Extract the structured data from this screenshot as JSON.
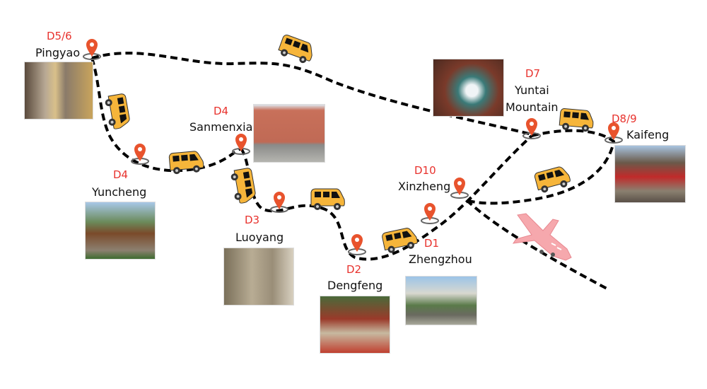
{
  "title": "Route map",
  "colors": {
    "day_label": "#e8322d",
    "pin": "#e8532d",
    "van": "#f6b53a",
    "route": "#000000",
    "plane": "#f6a8ad"
  },
  "stops": [
    {
      "day": "D5/6",
      "name": "Pingyao"
    },
    {
      "day": "D4",
      "name": "Yuncheng"
    },
    {
      "day": "D4",
      "name": "Sanmenxia"
    },
    {
      "day": "D3",
      "name": "Luoyang"
    },
    {
      "day": "D2",
      "name": "Dengfeng"
    },
    {
      "day": "D1",
      "name": "Zhengzhou"
    },
    {
      "day": "D10",
      "name": "Xinzheng"
    },
    {
      "day": "D7",
      "name": "Yuntai",
      "name2": "Mountain"
    },
    {
      "day": "D8/9",
      "name": "Kaifeng"
    }
  ]
}
